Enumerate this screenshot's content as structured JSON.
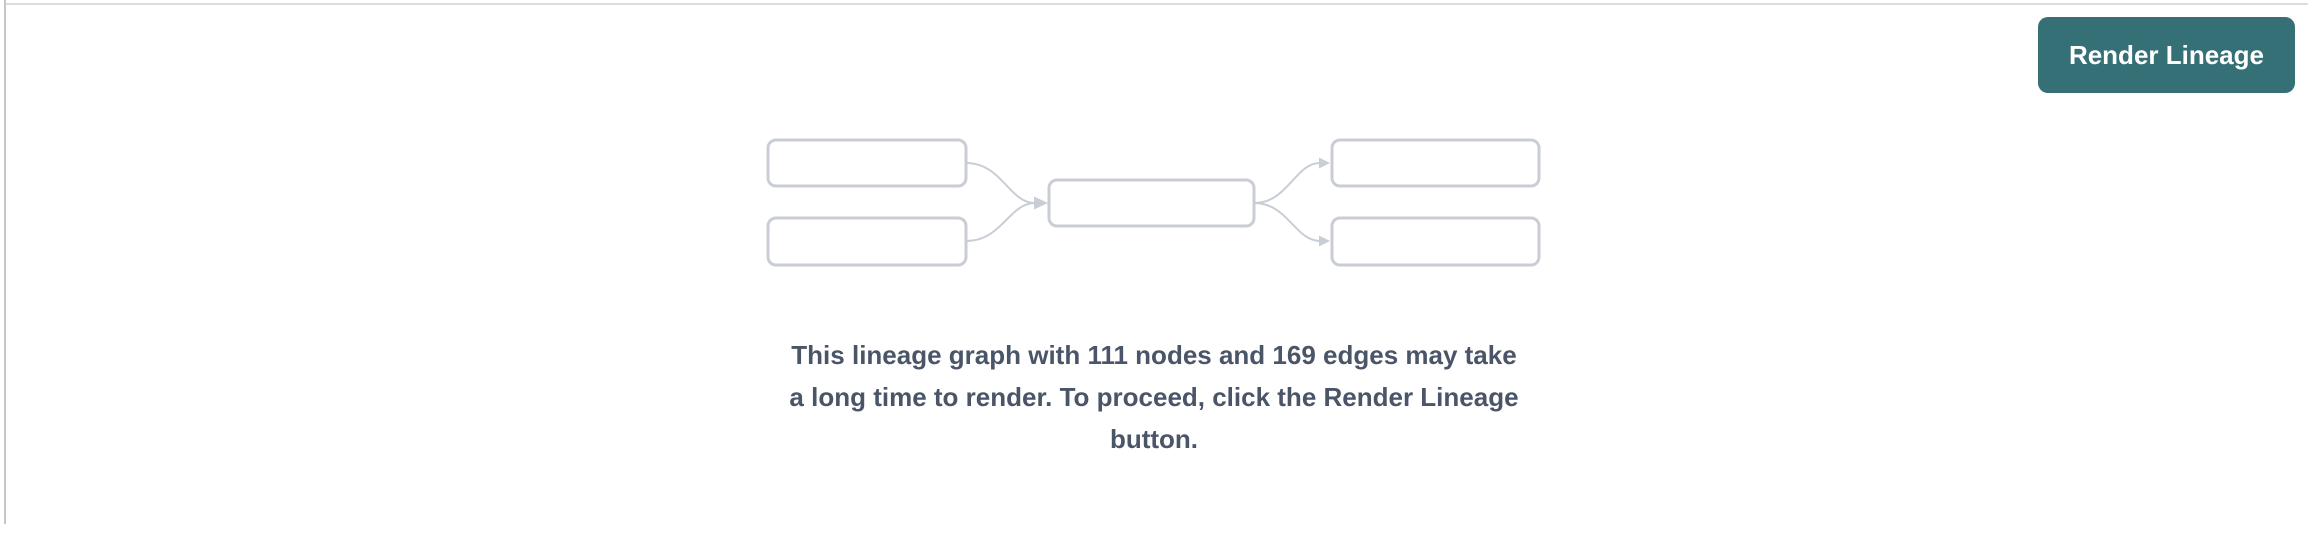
{
  "theme": {
    "page-bg": "#ffffff",
    "accent-teal": "#367077",
    "button-text": "#ffffff",
    "message-gray": "#4a5568",
    "node-border-gray": "#c8cdd6",
    "node-fill": "#ffffff",
    "divider-top": "#dddde1",
    "divider-left": "#c6c6cb"
  },
  "toolbar": {
    "render_button_label": "Render Lineage"
  },
  "empty_state": {
    "illustration_name": "lineage-graph-preview",
    "node_count": "111",
    "edge_count": "169",
    "message_lines": [
      "This lineage graph with 111 nodes and 169 edges may take",
      "a long time to render. To proceed, click the Render Lineage",
      "button."
    ]
  }
}
